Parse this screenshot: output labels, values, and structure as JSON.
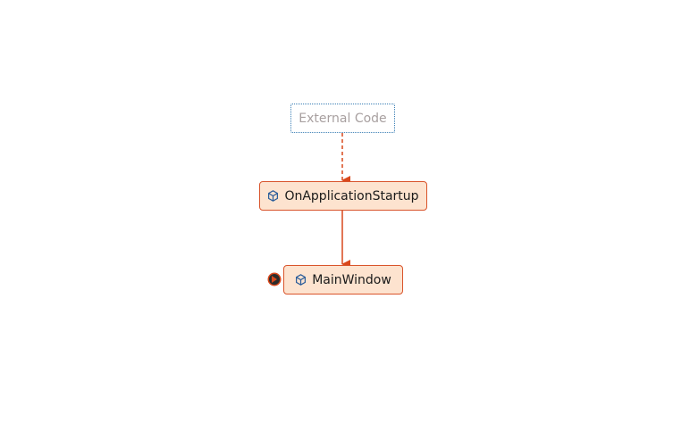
{
  "diagram": {
    "nodes": [
      {
        "id": "external",
        "label": "External Code",
        "kind": "external"
      },
      {
        "id": "startup",
        "label": "OnApplicationStartup",
        "kind": "frame",
        "icon": "cube-icon"
      },
      {
        "id": "main",
        "label": "MainWindow",
        "kind": "frame",
        "icon": "cube-icon",
        "current": true
      }
    ],
    "edges": [
      {
        "from": "external",
        "to": "startup",
        "style": "dashed"
      },
      {
        "from": "startup",
        "to": "main",
        "style": "solid"
      }
    ],
    "colors": {
      "edge": "#d9481c",
      "frame_fill": "#fde3cf",
      "frame_border": "#d9542b",
      "external_border": "#3a7fb5",
      "external_text": "#a8a0a0"
    }
  }
}
